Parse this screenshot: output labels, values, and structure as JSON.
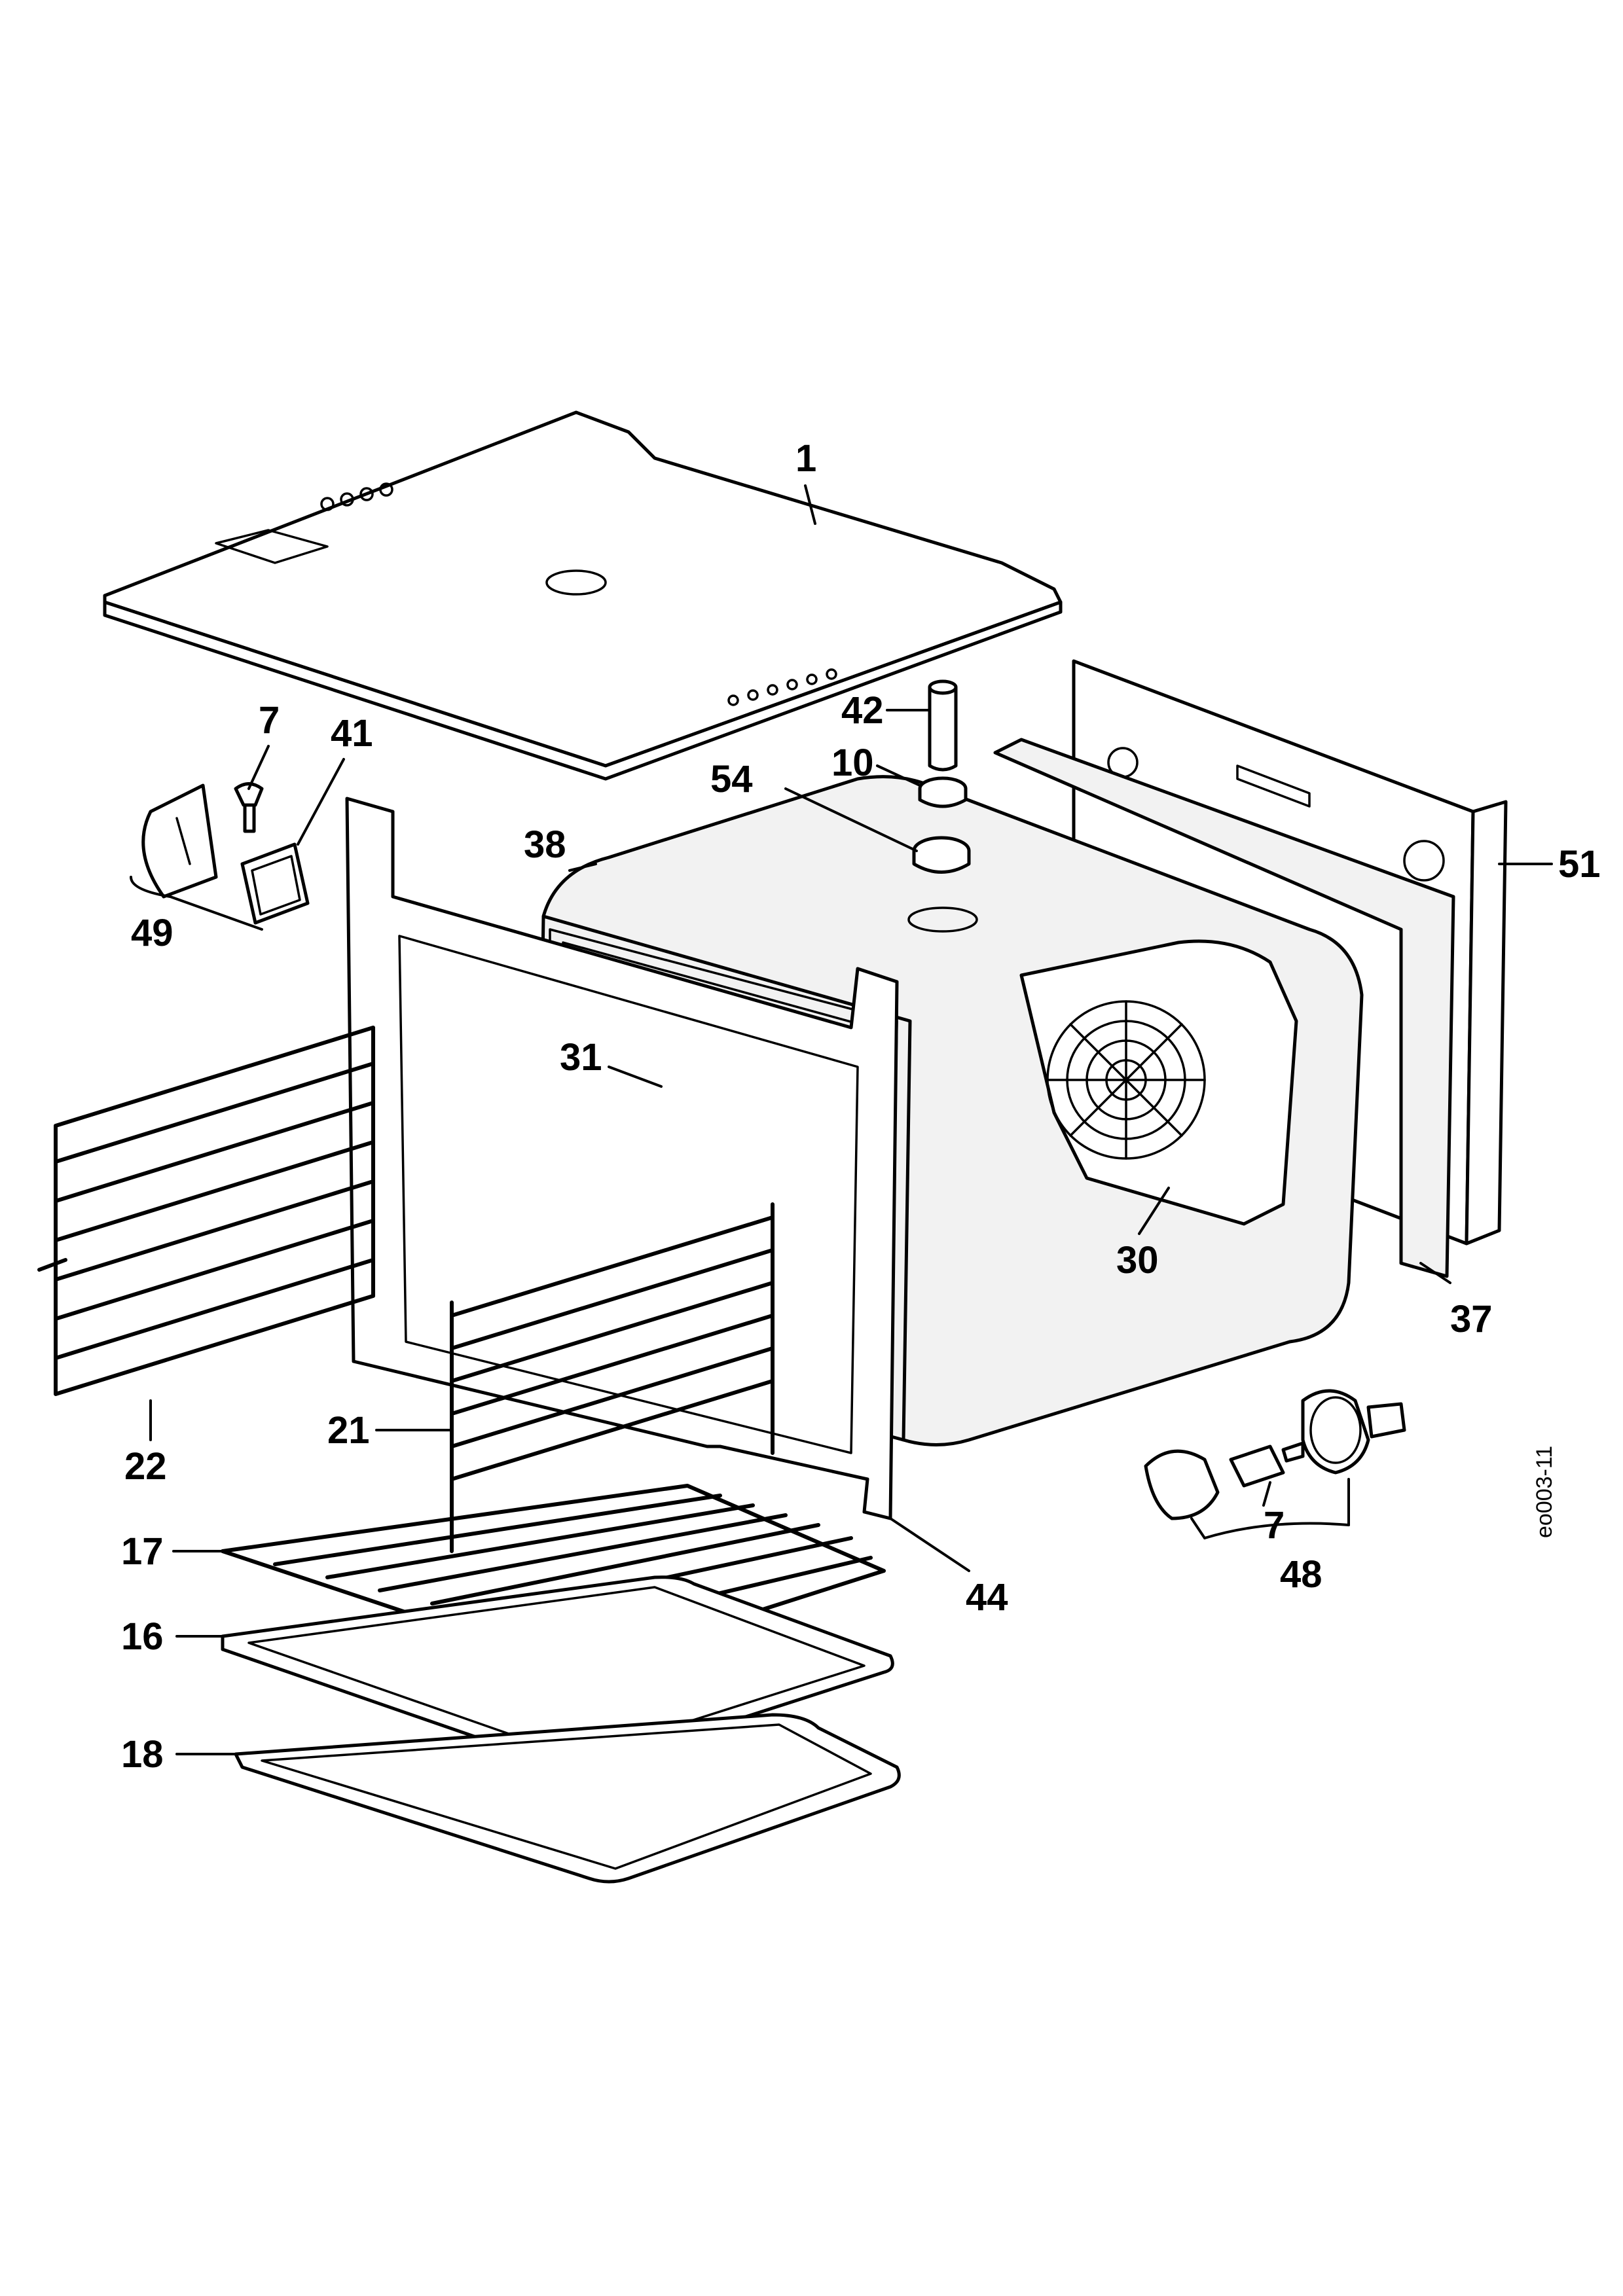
{
  "diagram": {
    "code": "eo003-11",
    "labels": {
      "p1": "1",
      "p7a": "7",
      "p41": "41",
      "p49": "49",
      "p42": "42",
      "p10": "10",
      "p54": "54",
      "p38": "38",
      "p51": "51",
      "p31": "31",
      "p30": "30",
      "p37": "37",
      "p22": "22",
      "p21": "21",
      "p17": "17",
      "p44": "44",
      "p16": "16",
      "p18": "18",
      "p7b": "7",
      "p48": "48"
    }
  }
}
